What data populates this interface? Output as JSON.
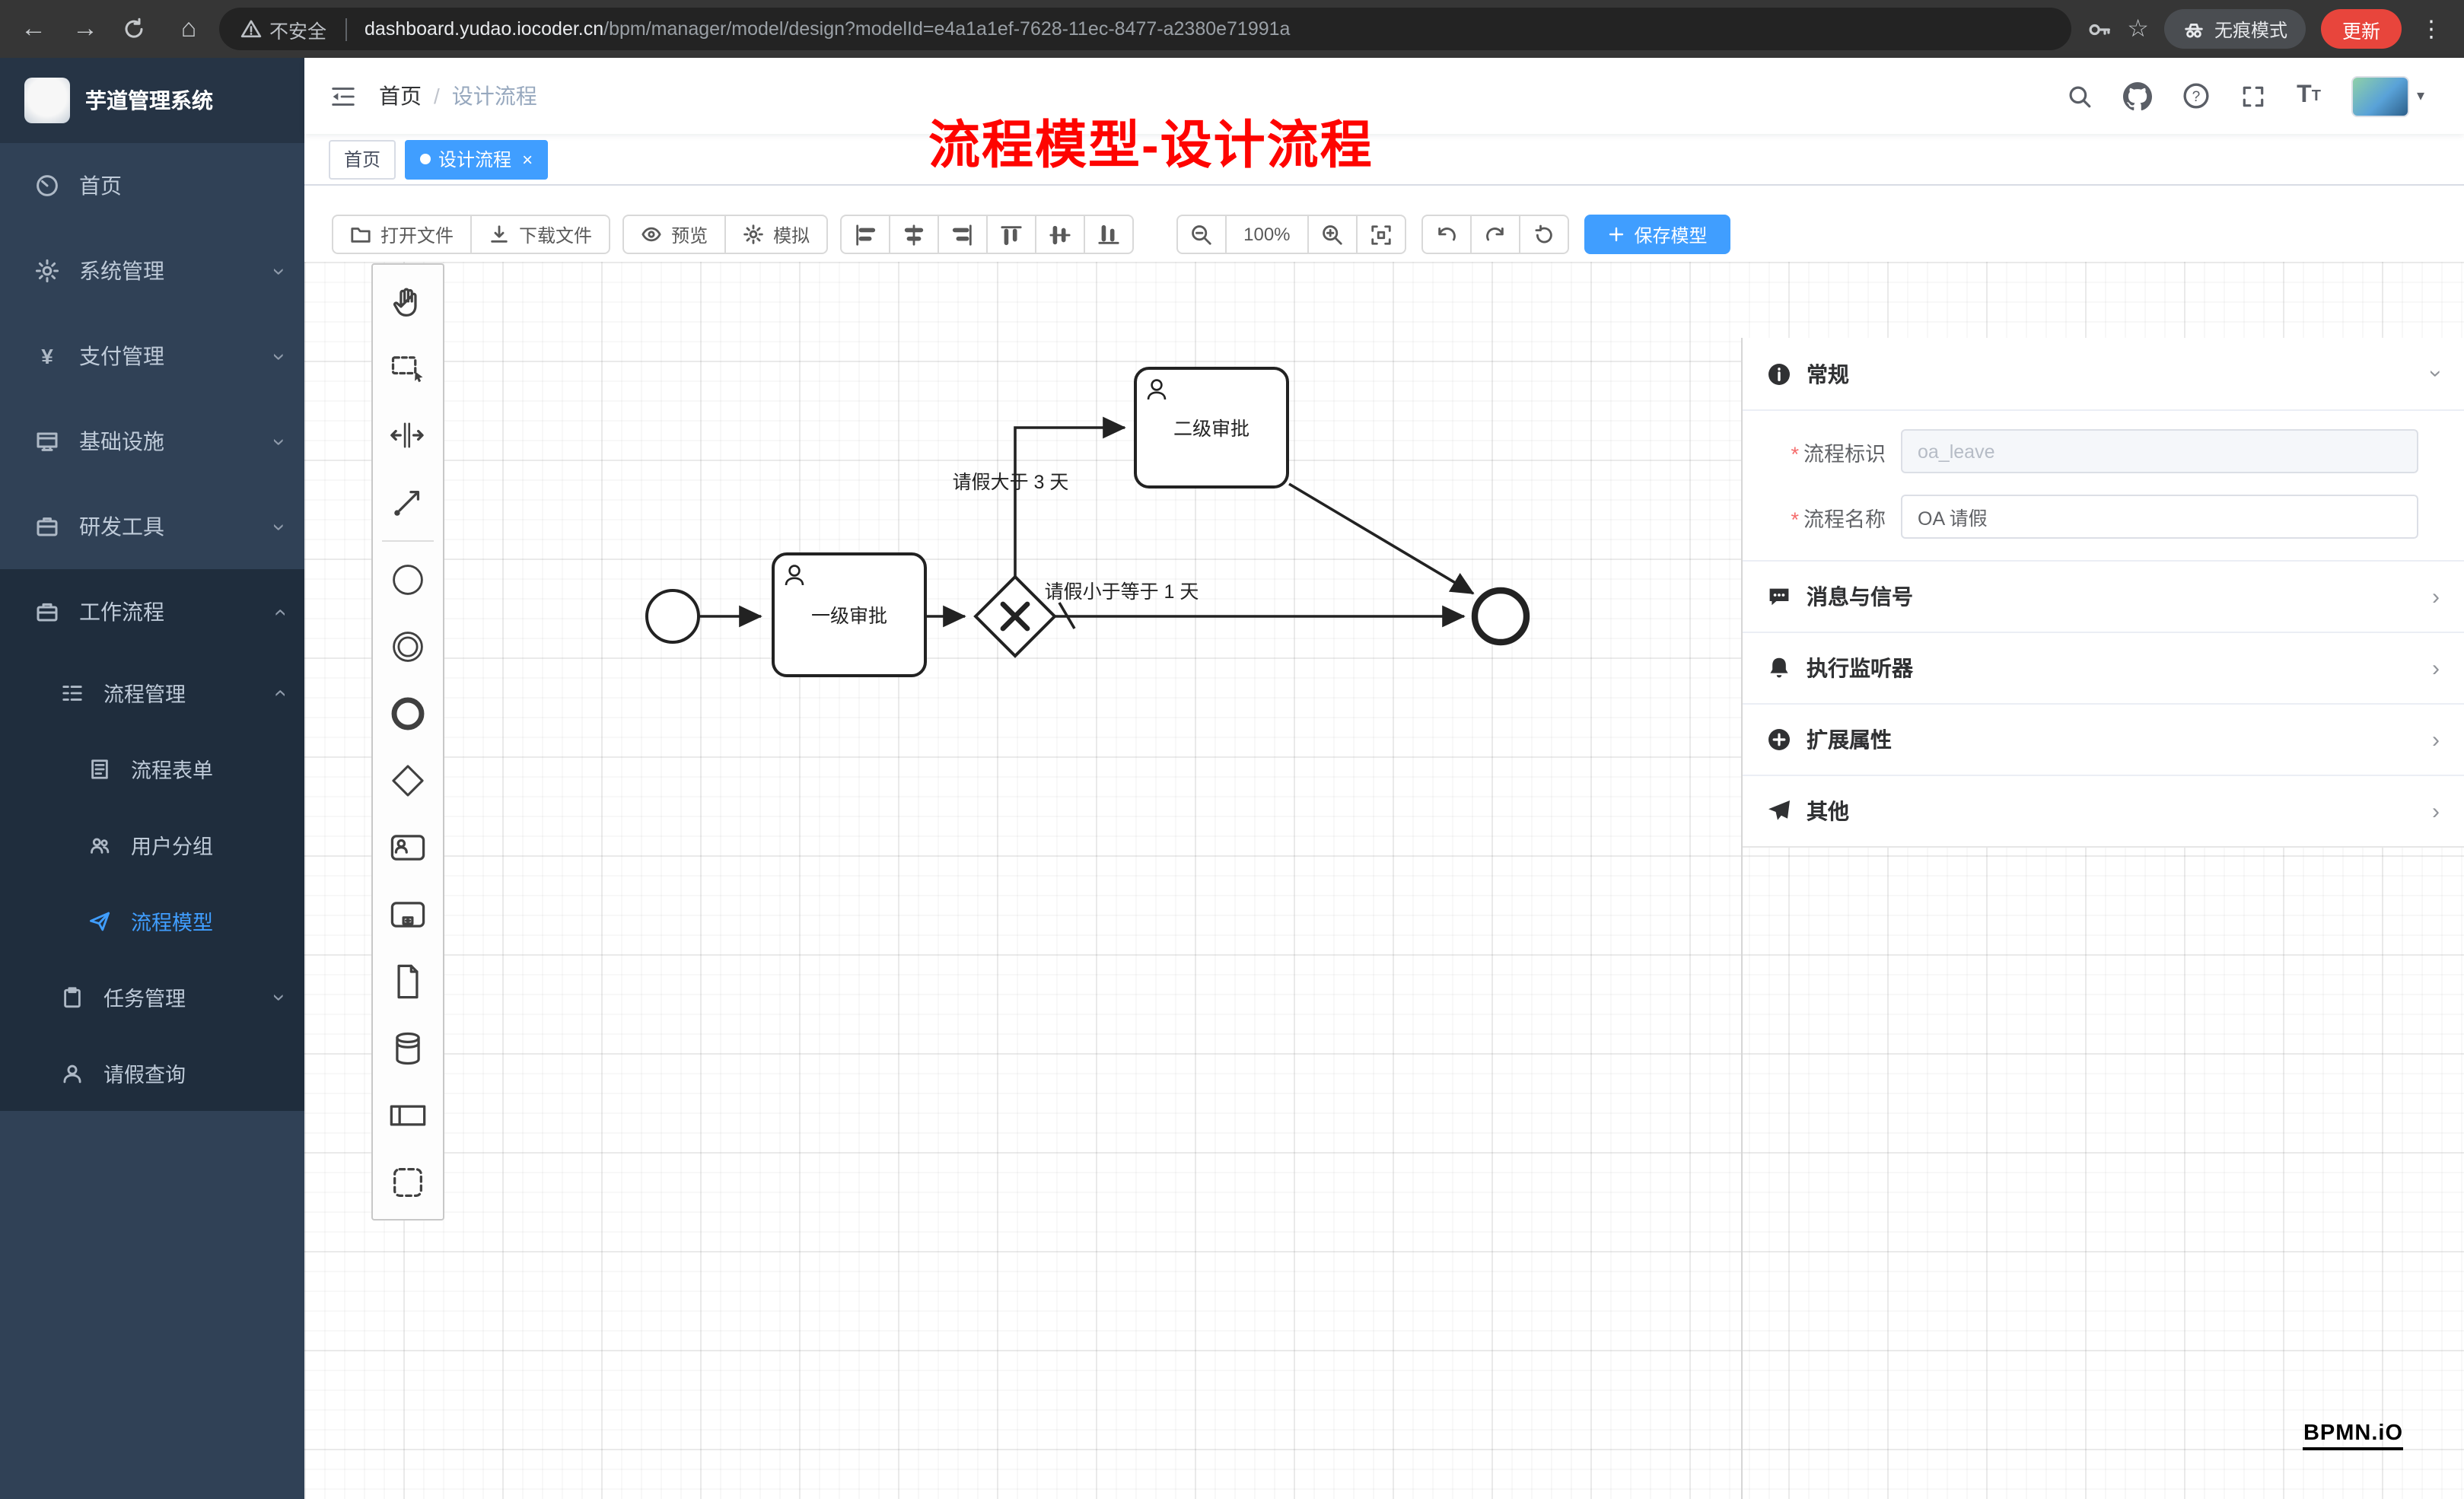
{
  "browser": {
    "security_label": "不安全",
    "url_domain": "dashboard.yudao.iocoder.cn",
    "url_path": "/bpm/manager/model/design?modelId=e4a1a1ef-7628-11ec-8477-a2380e71991a",
    "incognito_label": "无痕模式",
    "update_label": "更新"
  },
  "sidebar": {
    "app_title": "芋道管理系统",
    "menu": [
      {
        "label": "首页"
      },
      {
        "label": "系统管理"
      },
      {
        "label": "支付管理"
      },
      {
        "label": "基础设施"
      },
      {
        "label": "研发工具"
      },
      {
        "label": "工作流程"
      },
      {
        "label": "流程管理"
      },
      {
        "label": "流程表单"
      },
      {
        "label": "用户分组"
      },
      {
        "label": "流程模型"
      },
      {
        "label": "任务管理"
      },
      {
        "label": "请假查询"
      }
    ]
  },
  "header": {
    "breadcrumb_home": "首页",
    "breadcrumb_current": "设计流程",
    "annotation": "流程模型-设计流程"
  },
  "tabs": {
    "home": "首页",
    "active": "设计流程"
  },
  "toolbar": {
    "open_file": "打开文件",
    "download_file": "下载文件",
    "preview": "预览",
    "simulate": "模拟",
    "zoom_level": "100%",
    "save_model": "保存模型"
  },
  "diagram": {
    "task1": "一级审批",
    "task2": "二级审批",
    "flow_condition_top": "请假大于 3 天",
    "flow_condition_bottom": "请假小于等于 1 天",
    "watermark": "BPMN.iO"
  },
  "properties": {
    "general": "常规",
    "process_key_label": "流程标识",
    "process_key_placeholder": "oa_leave",
    "process_name_label": "流程名称",
    "process_name_value": "OA 请假",
    "sections": [
      {
        "label": "消息与信号"
      },
      {
        "label": "执行监听器"
      },
      {
        "label": "扩展属性"
      },
      {
        "label": "其他"
      }
    ]
  }
}
